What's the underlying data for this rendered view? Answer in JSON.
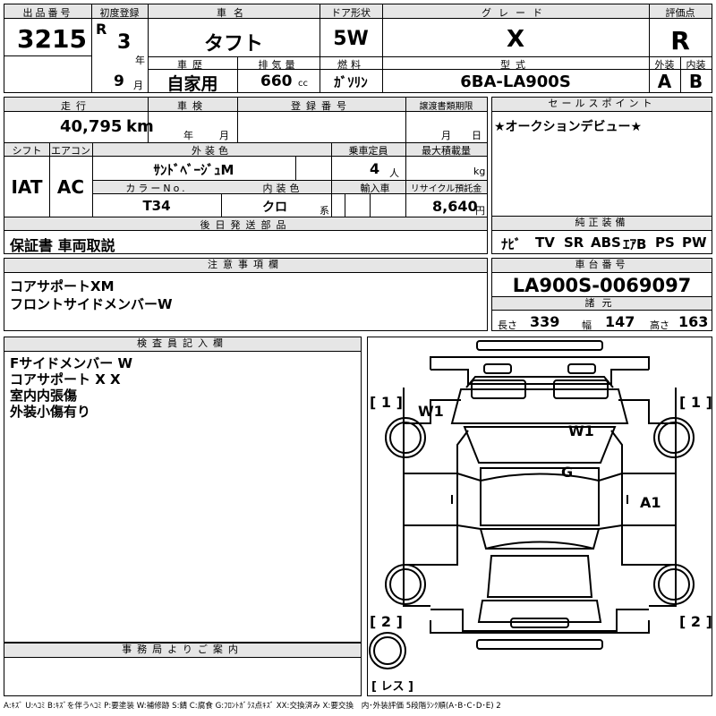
{
  "header": {
    "lot_no_label": "出品番号",
    "lot_no": "3215",
    "first_reg_label": "初度登録",
    "era": "R",
    "year_num": "3",
    "year_unit": "年",
    "month_num": "9",
    "month_unit": "月",
    "car_name_label": "車名",
    "car_name": "タフト",
    "door_label": "ドア形状",
    "door": "5W",
    "grade_label": "グレード",
    "grade": "X",
    "score_label": "評価点",
    "score": "R",
    "history_label": "車歴",
    "history": "自家用",
    "displacement_label": "排気量",
    "displacement": "660",
    "displacement_unit": "cc",
    "fuel_label": "燃料",
    "fuel": "ｶﾞｿﾘﾝ",
    "model_label": "型式",
    "model": "6BA-LA900S",
    "exterior_label": "外装",
    "exterior": "A",
    "interior_label": "内装",
    "interior": "B"
  },
  "row2": {
    "mileage_label": "走行",
    "mileage": "40,795",
    "mileage_unit": "km",
    "inspection_label": "車検",
    "inspection_year_unit": "年",
    "inspection_month_unit": "月",
    "reg_no_label": "登録番号",
    "transfer_label": "譲渡書類期限",
    "transfer_month_unit": "月",
    "transfer_day_unit": "日",
    "shift_label": "シフト",
    "shift": "IAT",
    "ac_label": "エアコン",
    "ac": "AC",
    "ext_color_label": "外装色",
    "ext_color": "ｻﾝﾄﾞﾍﾞｰｼﾞｭM",
    "capacity_label": "乗車定員",
    "capacity": "4",
    "capacity_unit": "人",
    "max_load_label": "最大積載量",
    "max_load_unit": "kg",
    "color_no_label": "カラーNo.",
    "color_no": "T34",
    "int_color_label": "内装色",
    "int_color": "クロ",
    "int_color_unit": "系",
    "import_label": "輸入車",
    "recycle_label": "リサイクル預託金",
    "recycle": "8,640",
    "recycle_unit": "円"
  },
  "sales_point": {
    "label": "セールスポイント",
    "text": "★オークションデビュー★"
  },
  "later_parts": {
    "label": "後日発送部品",
    "text": "保証書 車両取説"
  },
  "equipment": {
    "label": "純正装備",
    "items": [
      "ﾅﾋﾞ",
      "TV",
      "SR",
      "ABS",
      "ｴｱB",
      "PS",
      "PW"
    ]
  },
  "notes": {
    "label": "注意事項欄",
    "line1": "コアサポートXM",
    "line2": "フロントサイドメンバーW"
  },
  "chassis": {
    "label": "車台番号",
    "number": "LA900S-0069097",
    "spec_label": "諸元",
    "length_label": "長さ",
    "length": "339",
    "width_label": "幅",
    "width": "147",
    "height_label": "高さ",
    "height": "163"
  },
  "inspector": {
    "label": "検査員記入欄",
    "lines": [
      "Fサイドメンバー W",
      "コアサポート X X",
      "室内内張傷",
      "外装小傷有り"
    ]
  },
  "office": {
    "label": "事務局よりご案内"
  },
  "diagram": {
    "marks": {
      "w1_left": "W1",
      "w1_hood": "W1",
      "g": "G",
      "a1": "A1"
    },
    "corners": {
      "tl": "[ 1 ]",
      "tr": "[ 1 ]",
      "bl": "[ 2 ]",
      "br": "[ 2 ]",
      "spare": "[ レス ]"
    }
  },
  "footer": {
    "legend": "A:ｷｽﾞ U:ﾍｺﾐ B:ｷｽﾞを伴うﾍｺﾐ P:要塗装 W:補修跡 S:錆 C:腐食 G:ﾌﾛﾝﾄｶﾞﾗｽ点ｷｽﾞ XX:交換済み X:要交換　内･外装評価 5段階ﾗﾝｸ順(A･B･C･D･E) 2"
  }
}
